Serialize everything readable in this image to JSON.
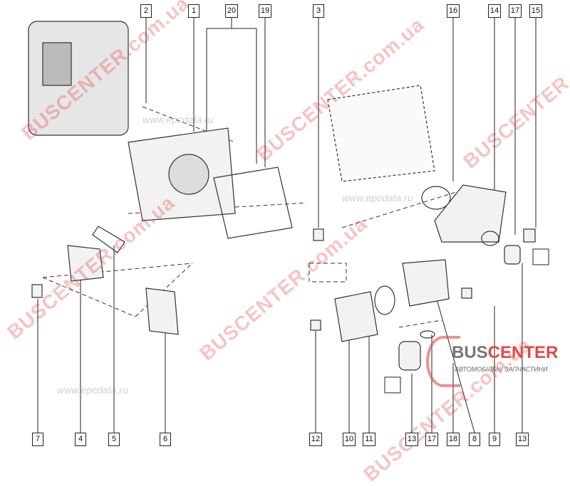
{
  "diagram": {
    "top_labels": [
      "2",
      "1",
      "20",
      "19",
      "3",
      "16",
      "14",
      "17",
      "15"
    ],
    "bottom_labels": [
      "7",
      "4",
      "5",
      "6",
      "12",
      "10",
      "11",
      "13",
      "17",
      "18",
      "8",
      "9",
      "13"
    ]
  },
  "logo": {
    "brand_gray": "BUS",
    "brand_red": "CENTER",
    "subtitle": "АВТОМОБІЛЬНІ ЗАПЧАСТИНИ"
  },
  "watermarks": {
    "site": "BUSCENTER.com.ua",
    "epc": "www.epcdata.ru"
  },
  "colors": {
    "watermark": "#e24a45",
    "line": "#222222"
  }
}
